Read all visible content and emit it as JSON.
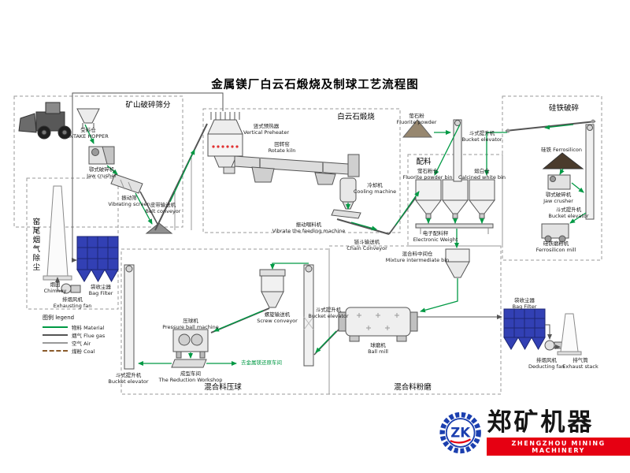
{
  "title": "金属镁厂白云石煅烧及制球工艺流程图",
  "sections": {
    "mine": "矿山破碎筛分",
    "calcination": "白云石煅烧",
    "ferrosilicon": "硅铁破碎",
    "batching": "配料",
    "dedusting": "窑尾烟气除尘",
    "pressing": "混合料压球",
    "grinding": "混合料粉磨"
  },
  "labels": {
    "intake_hopper": "受料仓\nINTAKE HOPPER",
    "jaw_crusher": "鄂式破碎机\nJaw crusher",
    "vibrating_screen": "振动筛\nVibrating screen",
    "belt_conveyor": "皮带输送机\nBelt conveyor",
    "preheater": "竖式预热器\nVertical Preheater",
    "rotary_kiln": "回转窑\nRotate kiln",
    "cooler": "冷却机\nCooling machine",
    "vibrating_feeder": "振动喂料机\nVibrate the feeding machine",
    "chain_conveyor": "链斗输送机\nChain Conveyor",
    "fluorite_pile": "萤石粉\nFluorite powder",
    "fluorite_elevator": "斗式提升机\nBucket elevator",
    "fluorite_bin": "萤石粉仓\nFluorite powder bin",
    "calcined_bin": "煅白仓\nCalcined white bin",
    "electronic_scale": "电子配料秤\nElectronic Weight",
    "mixture_bin": "混合料中间仓\nMixture intermediate bin",
    "ferro_pile": "硅铁 Ferrosilicon",
    "ferro_crusher": "鄂式破碎机\nJaw crusher",
    "ferro_elevator": "斗式提升机\nBucket elevator",
    "ferro_mill": "硅铁磨粉机\nFerrosilicon mill",
    "chimney": "烟囱\nChimney",
    "bag_filter1": "袋收尘器\nBag Filter",
    "exhaust_fan1": "排烟风机\nExhausting fan",
    "ball_mill": "球磨机\nBall mill",
    "screw_conveyor": "螺旋输送机\nScrew conveyor",
    "mill_elevator": "斗式提升机\nBucket elevator",
    "press_machine": "压球机\nPressure ball machine",
    "press_workshop": "成型车间\nThe Reduction Workshop",
    "product_dest": "去金属镁还原车间",
    "press_elevator": "斗式提升机\nBucket elevator",
    "bag_filter2": "袋收尘器\nBag Filter",
    "exhaust_fan2": "排烟风机\nDeducting fan",
    "exhaust_stack": "排气筒\nExhaust stack"
  },
  "legend": {
    "title": "图例 legend",
    "items": [
      {
        "label": "物料 Material",
        "color": "#009944",
        "dash": false
      },
      {
        "label": "烟气 Flue gas",
        "color": "#555555",
        "dash": false
      },
      {
        "label": "空气 Air",
        "color": "#999999",
        "dash": false
      },
      {
        "label": "煤粉 Coal",
        "color": "#8a5a2b",
        "dash": true
      }
    ]
  },
  "logo": {
    "monogram": "ZK",
    "name": "郑矿机器",
    "subtitle": "ZHENGZHOU MINING MACHINERY"
  },
  "colors": {
    "flow_arrow": "#009944",
    "bag_filter": "#3240b4",
    "logo_blue": "#1b3faf",
    "logo_red": "#e60012"
  }
}
